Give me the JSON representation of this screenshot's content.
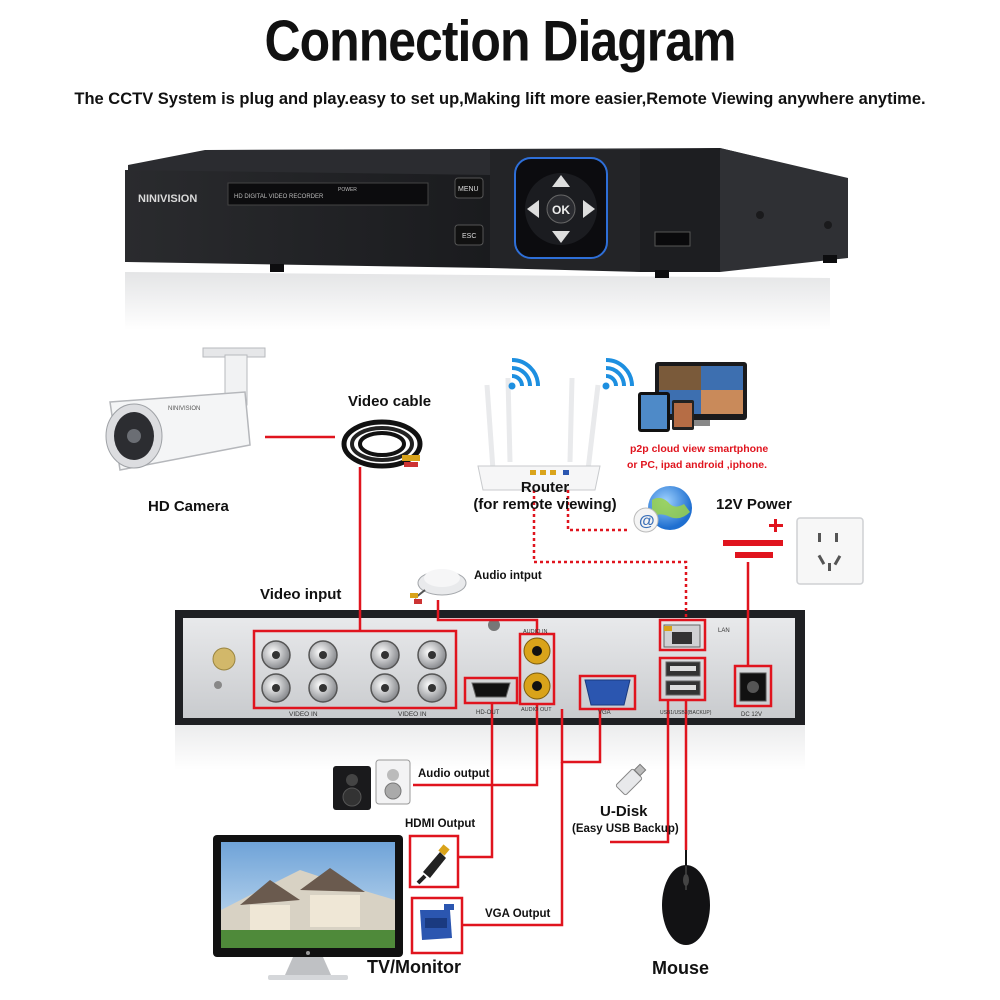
{
  "header": {
    "title": "Connection Diagram",
    "subtitle": "The CCTV System is plug and play.easy to set up,Making lift more easier,Remote Viewing anywhere anytime."
  },
  "dvr_front": {
    "brand": "NINIVISION",
    "model_label": "HD DIGITAL VIDEO RECORDER",
    "power_label": "POWER",
    "menu_button": "MENU",
    "esc_button": "ESC",
    "ok_button": "OK"
  },
  "labels": {
    "hd_camera": "HD Camera",
    "video_cable": "Video cable",
    "router_line1": "Router",
    "router_line2": "(for remote viewing)",
    "p2p_line1": "p2p cloud  view smartphone",
    "p2p_line2": "or PC, ipad android ,iphone.",
    "power_12v": "12V Power",
    "video_input": "Video input",
    "audio_input": "Audio intput",
    "audio_output": "Audio output",
    "hdmi_output": "HDMI Output",
    "vga_output": "VGA Output",
    "udisk_line1": "U-Disk",
    "udisk_line2": "(Easy USB Backup)",
    "tv_monitor": "TV/Monitor",
    "mouse": "Mouse"
  },
  "dvr_back": {
    "video_in_left": "VIDEO IN",
    "video_in_right": "VIDEO IN",
    "audio_in": "AUDIO IN",
    "audio_out": "AUDIO OUT",
    "hd_out": "HD-OUT",
    "vga": "VGA",
    "lan": "LAN",
    "usb_labels": "USB1/USB2(BACKUP)",
    "dc_label": "DC 12V"
  },
  "colors": {
    "line_red": "#e0141e",
    "dvr_body": "#1e1f22",
    "accent_blue": "#2e6fd8"
  }
}
